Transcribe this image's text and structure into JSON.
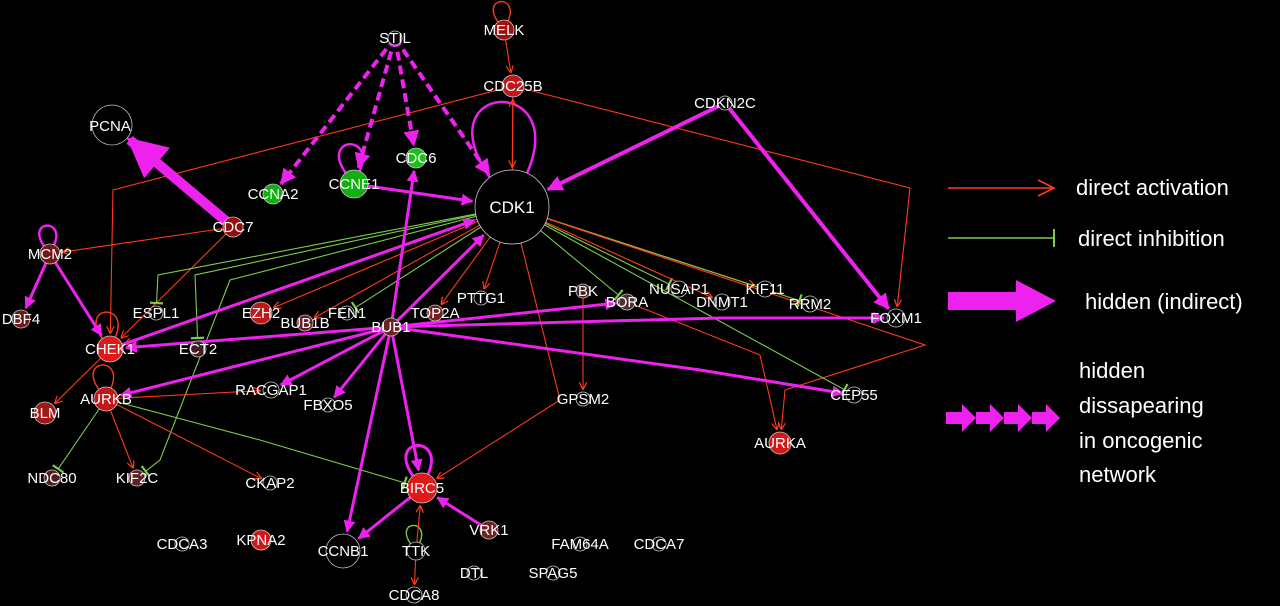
{
  "nodes": [
    {
      "id": "STIL",
      "label": "STIL",
      "color": "none"
    },
    {
      "id": "MELK",
      "label": "MELK",
      "color": "#a01010"
    },
    {
      "id": "CDC25B",
      "label": "CDC25B",
      "color": "#c01818"
    },
    {
      "id": "CDKN2C",
      "label": "CDKN2C",
      "color": "none"
    },
    {
      "id": "PCNA",
      "label": "PCNA",
      "color": "none"
    },
    {
      "id": "CDC6",
      "label": "CDC6",
      "color": "#18c018"
    },
    {
      "id": "CCNE1",
      "label": "CCNE1",
      "color": "#10b010"
    },
    {
      "id": "CCNA2",
      "label": "CCNA2",
      "color": "#10b010"
    },
    {
      "id": "CDK1",
      "label": "CDK1",
      "color": "none"
    },
    {
      "id": "CDC7",
      "label": "CDC7",
      "color": "#901010"
    },
    {
      "id": "MCM2",
      "label": "MCM2",
      "color": "#701818"
    },
    {
      "id": "DBF4",
      "label": "DBF4",
      "color": "#701818"
    },
    {
      "id": "CHEK1",
      "label": "CHEK1",
      "color": "#e01818"
    },
    {
      "id": "ESPL1",
      "label": "ESPL1",
      "color": "none"
    },
    {
      "id": "ECT2",
      "label": "ECT2",
      "color": "#402020"
    },
    {
      "id": "EZH2",
      "label": "EZH2",
      "color": "#c01818"
    },
    {
      "id": "BUB1B",
      "label": "BUB1B",
      "color": "#602020"
    },
    {
      "id": "FEN1",
      "label": "FEN1",
      "color": "none"
    },
    {
      "id": "BUB1",
      "label": "BUB1",
      "color": "#702020"
    },
    {
      "id": "TOP2A",
      "label": "TOP2A",
      "color": "#702020"
    },
    {
      "id": "PTTG1",
      "label": "PTTG1",
      "color": "none"
    },
    {
      "id": "PBK",
      "label": "PBK",
      "color": "#402020"
    },
    {
      "id": "BORA",
      "label": "BORA",
      "color": "#503030"
    },
    {
      "id": "NUSAP1",
      "label": "NUSAP1",
      "color": "none"
    },
    {
      "id": "DNMT1",
      "label": "DNMT1",
      "color": "none"
    },
    {
      "id": "KIF11",
      "label": "KIF11",
      "color": "none"
    },
    {
      "id": "RRM2",
      "label": "RRM2",
      "color": "none"
    },
    {
      "id": "FOXM1",
      "label": "FOXM1",
      "color": "none"
    },
    {
      "id": "AURKB",
      "label": "AURKB",
      "color": "#c01818"
    },
    {
      "id": "BLM",
      "label": "BLM",
      "color": "#a01818"
    },
    {
      "id": "RACGAP1",
      "label": "RACGAP1",
      "color": "none"
    },
    {
      "id": "FBXO5",
      "label": "FBXO5",
      "color": "none"
    },
    {
      "id": "GPSM2",
      "label": "GPSM2",
      "color": "none"
    },
    {
      "id": "CEP55",
      "label": "CEP55",
      "color": "none"
    },
    {
      "id": "AURKA",
      "label": "AURKA",
      "color": "#d01818"
    },
    {
      "id": "NDC80",
      "label": "NDC80",
      "color": "#502020"
    },
    {
      "id": "KIF2C",
      "label": "KIF2C",
      "color": "#602020"
    },
    {
      "id": "CKAP2",
      "label": "CKAP2",
      "color": "none"
    },
    {
      "id": "BIRC5",
      "label": "BIRC5",
      "color": "#e01818"
    },
    {
      "id": "VRK1",
      "label": "VRK1",
      "color": "#702020"
    },
    {
      "id": "CDCA3",
      "label": "CDCA3",
      "color": "none"
    },
    {
      "id": "KPNA2",
      "label": "KPNA2",
      "color": "#d01818"
    },
    {
      "id": "CCNB1",
      "label": "CCNB1",
      "color": "none"
    },
    {
      "id": "TTK",
      "label": "TTK",
      "color": "none"
    },
    {
      "id": "FAM64A",
      "label": "FAM64A",
      "color": "none"
    },
    {
      "id": "CDCA7",
      "label": "CDCA7",
      "color": "none"
    },
    {
      "id": "DTL",
      "label": "DTL",
      "color": "none"
    },
    {
      "id": "SPAG5",
      "label": "SPAG5",
      "color": "none"
    },
    {
      "id": "CDCA8",
      "label": "CDCA8",
      "color": "none"
    }
  ],
  "edges": [
    {
      "from": "MELK",
      "to": "CDC25B",
      "type": "activation"
    },
    {
      "from": "CDC25B",
      "to": "CDK1",
      "type": "activation"
    },
    {
      "from": "CDK1",
      "to": "CDC25B",
      "type": "activation"
    },
    {
      "from": "CDC25B",
      "to": "CHEK1",
      "type": "activation"
    },
    {
      "from": "CDC25B",
      "to": "FOXM1",
      "type": "activation"
    },
    {
      "from": "CDC7",
      "to": "MCM2",
      "type": "activation"
    },
    {
      "from": "CDC7",
      "to": "CHEK1",
      "type": "activation"
    },
    {
      "from": "CDK1",
      "to": "ESPL1",
      "type": "inhibition"
    },
    {
      "from": "CDK1",
      "to": "ECT2",
      "type": "inhibition"
    },
    {
      "from": "CDK1",
      "to": "EZH2",
      "type": "activation"
    },
    {
      "from": "CDK1",
      "to": "FEN1",
      "type": "inhibition"
    },
    {
      "from": "CDK1",
      "to": "BUB1B",
      "type": "activation"
    },
    {
      "from": "CDK1",
      "to": "TOP2A",
      "type": "activation"
    },
    {
      "from": "CDK1",
      "to": "PTTG1",
      "type": "activation"
    },
    {
      "from": "CDK1",
      "to": "BORA",
      "type": "inhibition"
    },
    {
      "from": "CDK1",
      "to": "NUSAP1",
      "type": "inhibition"
    },
    {
      "from": "CDK1",
      "to": "DNMT1",
      "type": "activation"
    },
    {
      "from": "CDK1",
      "to": "KIF11",
      "type": "activation"
    },
    {
      "from": "CDK1",
      "to": "RRM2",
      "type": "inhibition"
    },
    {
      "from": "CDK1",
      "to": "CHEK1",
      "type": "activation"
    },
    {
      "from": "CDK1",
      "to": "AURKA",
      "type": "activation"
    },
    {
      "from": "CDK1",
      "to": "BIRC5",
      "type": "activation"
    },
    {
      "from": "CDK1",
      "to": "KIF2C",
      "type": "inhibition"
    },
    {
      "from": "CDK1",
      "to": "CEP55",
      "type": "inhibition"
    },
    {
      "from": "PBK",
      "to": "GPSM2",
      "type": "activation"
    },
    {
      "from": "BORA",
      "to": "AURKA",
      "type": "activation"
    },
    {
      "from": "CHEK1",
      "to": "BLM",
      "type": "activation"
    },
    {
      "from": "AURKB",
      "to": "NDC80",
      "type": "inhibition"
    },
    {
      "from": "AURKB",
      "to": "KIF2C",
      "type": "activation"
    },
    {
      "from": "AURKB",
      "to": "CKAP2",
      "type": "activation"
    },
    {
      "from": "AURKB",
      "to": "BIRC5",
      "type": "inhibition"
    },
    {
      "from": "AURKB",
      "to": "RACGAP1",
      "type": "activation"
    },
    {
      "from": "TTK",
      "to": "CDCA8",
      "type": "activation"
    },
    {
      "from": "TTK",
      "to": "BIRC5",
      "type": "activation"
    },
    {
      "from": "BIRC5",
      "to": "CCNB1",
      "type": "hidden"
    },
    {
      "from": "STIL",
      "to": "CCNA2",
      "type": "disappearing"
    },
    {
      "from": "STIL",
      "to": "CCNE1",
      "type": "disappearing"
    },
    {
      "from": "STIL",
      "to": "CDC6",
      "type": "disappearing"
    },
    {
      "from": "STIL",
      "to": "CDK1",
      "type": "disappearing"
    },
    {
      "from": "CDC7",
      "to": "PCNA",
      "type": "hidden"
    },
    {
      "from": "CDKN2C",
      "to": "CDK1",
      "type": "hidden"
    },
    {
      "from": "CDKN2C",
      "to": "FOXM1",
      "type": "hidden"
    },
    {
      "from": "CCNE1",
      "to": "CDK1",
      "type": "hidden"
    },
    {
      "from": "CHEK1",
      "to": "CDK1",
      "type": "hidden"
    },
    {
      "from": "MCM2",
      "to": "DBF4",
      "type": "hidden"
    },
    {
      "from": "MCM2",
      "to": "CHEK1",
      "type": "hidden"
    },
    {
      "from": "BUB1",
      "to": "CDK1",
      "type": "hidden"
    },
    {
      "from": "BUB1",
      "to": "CHEK1",
      "type": "hidden"
    },
    {
      "from": "BUB1",
      "to": "AURKB",
      "type": "hidden"
    },
    {
      "from": "BUB1",
      "to": "FOXM1",
      "type": "hidden"
    },
    {
      "from": "BUB1",
      "to": "CEP55",
      "type": "hidden"
    },
    {
      "from": "BUB1",
      "to": "FBXO5",
      "type": "hidden"
    },
    {
      "from": "BUB1",
      "to": "BIRC5",
      "type": "hidden"
    },
    {
      "from": "BUB1",
      "to": "CCNB1",
      "type": "hidden"
    },
    {
      "from": "BUB1",
      "to": "RACGAP1",
      "type": "hidden"
    },
    {
      "from": "BUB1",
      "to": "CDC6",
      "type": "hidden"
    },
    {
      "from": "BUB1",
      "to": "BORA",
      "type": "hidden"
    },
    {
      "from": "VRK1",
      "to": "BIRC5",
      "type": "hidden"
    }
  ],
  "legend": {
    "activation": "direct activation",
    "inhibition": "direct inhibition",
    "hidden": "hidden (indirect)",
    "disappearing": [
      "hidden",
      "dissapearing",
      "in oncogenic",
      "network"
    ]
  },
  "colors": {
    "activation": "#ff3a1a",
    "inhibition": "#7ccc4a",
    "hidden": "#ee22ee",
    "node_stroke": "#c8c8c8"
  }
}
